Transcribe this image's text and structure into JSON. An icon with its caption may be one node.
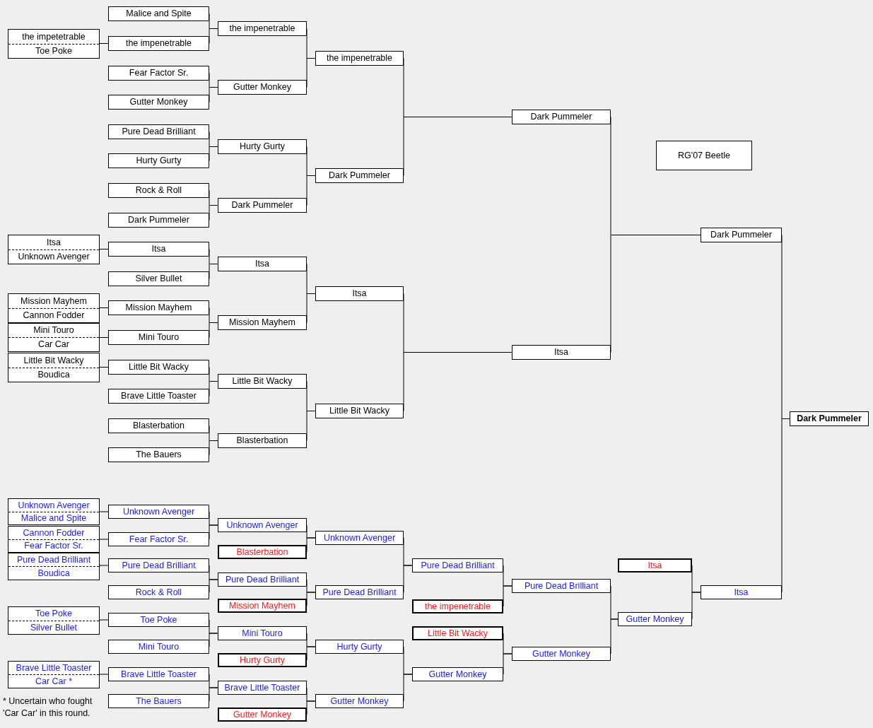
{
  "diagram": {
    "nodes": [
      {
        "text": [
          "the impetetrable",
          "Toe Poke"
        ]
      },
      {
        "text": [
          "Itsa",
          "Unknown Avenger"
        ]
      },
      {
        "text": [
          "Mission Mayhem",
          "Cannon Fodder"
        ]
      },
      {
        "text": [
          "Mini Touro",
          "Car Car"
        ]
      },
      {
        "text": [
          "Little Bit Wacky",
          "Boudica"
        ]
      },
      {
        "text": [
          "Malice and Spite"
        ]
      },
      {
        "text": [
          "the impenetrable"
        ]
      },
      {
        "text": [
          "Fear Factor Sr."
        ]
      },
      {
        "text": [
          "Gutter Monkey"
        ]
      },
      {
        "text": [
          "Pure Dead Brilliant"
        ]
      },
      {
        "text": [
          "Hurty Gurty"
        ]
      },
      {
        "text": [
          "Rock & Roll"
        ]
      },
      {
        "text": [
          "Dark Pummeler"
        ]
      },
      {
        "text": [
          "Itsa"
        ]
      },
      {
        "text": [
          "Silver Bullet"
        ]
      },
      {
        "text": [
          "Mission Mayhem"
        ]
      },
      {
        "text": [
          "Mini Touro"
        ]
      },
      {
        "text": [
          "Little Bit Wacky"
        ]
      },
      {
        "text": [
          "Brave Little Toaster"
        ]
      },
      {
        "text": [
          "Blasterbation"
        ]
      },
      {
        "text": [
          "The Bauers"
        ]
      },
      {
        "text": [
          "the impenetrable"
        ]
      },
      {
        "text": [
          "Gutter Monkey"
        ]
      },
      {
        "text": [
          "Hurty Gurty"
        ]
      },
      {
        "text": [
          "Dark Pummeler"
        ]
      },
      {
        "text": [
          "Itsa"
        ]
      },
      {
        "text": [
          "Mission Mayhem"
        ]
      },
      {
        "text": [
          "Little Bit Wacky"
        ]
      },
      {
        "text": [
          "Blasterbation"
        ]
      },
      {
        "text": [
          "the impenetrable"
        ]
      },
      {
        "text": [
          "Dark Pummeler"
        ]
      },
      {
        "text": [
          "Itsa"
        ]
      },
      {
        "text": [
          "Little Bit Wacky"
        ]
      },
      {
        "text": [
          "Dark Pummeler"
        ]
      },
      {
        "text": [
          "Itsa"
        ]
      },
      {
        "text": [
          "Dark Pummeler"
        ]
      },
      {
        "text": [
          "RG'07 Beetle"
        ]
      },
      {
        "text": [
          "Dark Pummeler"
        ]
      },
      {
        "text": [
          "Unknown Avenger",
          "Malice and Spite"
        ]
      },
      {
        "text": [
          "Cannon Fodder",
          "Fear Factor Sr."
        ]
      },
      {
        "text": [
          "Pure Dead Brilliant",
          "Boudica"
        ]
      },
      {
        "text": [
          "Toe Poke",
          "Silver Bullet"
        ]
      },
      {
        "text": [
          "Brave Little Toaster",
          "Car Car *"
        ]
      },
      {
        "text": [
          "Unknown Avenger"
        ]
      },
      {
        "text": [
          "Fear Factor Sr."
        ]
      },
      {
        "text": [
          "Pure Dead Brilliant"
        ]
      },
      {
        "text": [
          "Rock & Roll"
        ]
      },
      {
        "text": [
          "Toe Poke"
        ]
      },
      {
        "text": [
          "Mini Touro"
        ]
      },
      {
        "text": [
          "Brave Little Toaster"
        ]
      },
      {
        "text": [
          "The Bauers"
        ]
      },
      {
        "text": [
          "Unknown Avenger"
        ]
      },
      {
        "text": [
          "Blasterbation"
        ]
      },
      {
        "text": [
          "Pure Dead Brilliant"
        ]
      },
      {
        "text": [
          "Mission Mayhem"
        ]
      },
      {
        "text": [
          "Mini Touro"
        ]
      },
      {
        "text": [
          "Hurty Gurty"
        ]
      },
      {
        "text": [
          "Brave Little Toaster"
        ]
      },
      {
        "text": [
          "Gutter Monkey"
        ]
      },
      {
        "text": [
          "Unknown Avenger"
        ]
      },
      {
        "text": [
          "Pure Dead Brilliant"
        ]
      },
      {
        "text": [
          "Hurty Gurty"
        ]
      },
      {
        "text": [
          "Gutter Monkey"
        ]
      },
      {
        "text": [
          "Pure Dead Brilliant"
        ]
      },
      {
        "text": [
          "the impenetrable"
        ]
      },
      {
        "text": [
          "Little Bit Wacky"
        ]
      },
      {
        "text": [
          "Gutter Monkey"
        ]
      },
      {
        "text": [
          "Pure Dead Brilliant"
        ]
      },
      {
        "text": [
          "Gutter Monkey"
        ]
      },
      {
        "text": [
          "Itsa"
        ]
      },
      {
        "text": [
          "Gutter Monkey"
        ]
      },
      {
        "text": [
          "Itsa"
        ]
      }
    ],
    "edges": [
      {
        "from": 0,
        "to": 6,
        "arrow": "none"
      },
      {
        "from": 1,
        "to": 13,
        "arrow": "none"
      },
      {
        "from": 2,
        "to": 15,
        "arrow": "none"
      },
      {
        "from": 3,
        "to": 16,
        "arrow": "none"
      },
      {
        "from": 4,
        "to": 17,
        "arrow": "none"
      },
      {
        "from": 5,
        "to": 21,
        "arrow": "none"
      },
      {
        "from": 6,
        "to": 21,
        "arrow": "none"
      },
      {
        "from": 7,
        "to": 22,
        "arrow": "none"
      },
      {
        "from": 8,
        "to": 22,
        "arrow": "none"
      },
      {
        "from": 9,
        "to": 23,
        "arrow": "none"
      },
      {
        "from": 10,
        "to": 23,
        "arrow": "none"
      },
      {
        "from": 11,
        "to": 24,
        "arrow": "none"
      },
      {
        "from": 12,
        "to": 24,
        "arrow": "none"
      },
      {
        "from": 13,
        "to": 25,
        "arrow": "none"
      },
      {
        "from": 14,
        "to": 25,
        "arrow": "none"
      },
      {
        "from": 15,
        "to": 26,
        "arrow": "none"
      },
      {
        "from": 16,
        "to": 26,
        "arrow": "none"
      },
      {
        "from": 17,
        "to": 27,
        "arrow": "none"
      },
      {
        "from": 18,
        "to": 27,
        "arrow": "none"
      },
      {
        "from": 19,
        "to": 28,
        "arrow": "none"
      },
      {
        "from": 20,
        "to": 28,
        "arrow": "none"
      },
      {
        "from": 21,
        "to": 29,
        "arrow": "none"
      },
      {
        "from": 22,
        "to": 29,
        "arrow": "none"
      },
      {
        "from": 23,
        "to": 30,
        "arrow": "none"
      },
      {
        "from": 24,
        "to": 30,
        "arrow": "none"
      },
      {
        "from": 25,
        "to": 31,
        "arrow": "none"
      },
      {
        "from": 26,
        "to": 31,
        "arrow": "none"
      },
      {
        "from": 27,
        "to": 32,
        "arrow": "none"
      },
      {
        "from": 28,
        "to": 32,
        "arrow": "none"
      },
      {
        "from": 29,
        "to": 33,
        "arrow": "none"
      },
      {
        "from": 30,
        "to": 33,
        "arrow": "none"
      },
      {
        "from": 31,
        "to": 34,
        "arrow": "none"
      },
      {
        "from": 32,
        "to": 34,
        "arrow": "none"
      },
      {
        "from": 33,
        "to": 35,
        "arrow": "none"
      },
      {
        "from": 34,
        "to": 35,
        "arrow": "none"
      },
      {
        "from": 35,
        "to": 37,
        "arrow": "none"
      },
      {
        "from": 38,
        "to": 43,
        "arrow": "none"
      },
      {
        "from": 39,
        "to": 44,
        "arrow": "none"
      },
      {
        "from": 40,
        "to": 45,
        "arrow": "none"
      },
      {
        "from": 41,
        "to": 47,
        "arrow": "none"
      },
      {
        "from": 42,
        "to": 49,
        "arrow": "none"
      },
      {
        "from": 43,
        "to": 51,
        "arrow": "none"
      },
      {
        "from": 44,
        "to": 51,
        "arrow": "none"
      },
      {
        "from": 45,
        "to": 53,
        "arrow": "none"
      },
      {
        "from": 46,
        "to": 53,
        "arrow": "none"
      },
      {
        "from": 47,
        "to": 55,
        "arrow": "none"
      },
      {
        "from": 48,
        "to": 55,
        "arrow": "none"
      },
      {
        "from": 49,
        "to": 57,
        "arrow": "none"
      },
      {
        "from": 50,
        "to": 57,
        "arrow": "none"
      },
      {
        "from": 51,
        "to": 59,
        "arrow": "none"
      },
      {
        "from": 52,
        "to": 59,
        "arrow": "none"
      },
      {
        "from": 53,
        "to": 60,
        "arrow": "none"
      },
      {
        "from": 54,
        "to": 60,
        "arrow": "none"
      },
      {
        "from": 55,
        "to": 61,
        "arrow": "none"
      },
      {
        "from": 56,
        "to": 61,
        "arrow": "none"
      },
      {
        "from": 57,
        "to": 62,
        "arrow": "none"
      },
      {
        "from": 58,
        "to": 62,
        "arrow": "none"
      },
      {
        "from": 59,
        "to": 63,
        "arrow": "none"
      },
      {
        "from": 60,
        "to": 63,
        "arrow": "none"
      },
      {
        "from": 61,
        "to": 66,
        "arrow": "none"
      },
      {
        "from": 62,
        "to": 66,
        "arrow": "none"
      },
      {
        "from": 63,
        "to": 67,
        "arrow": "none"
      },
      {
        "from": 64,
        "to": 67,
        "arrow": "none"
      },
      {
        "from": 65,
        "to": 68,
        "arrow": "none"
      },
      {
        "from": 66,
        "to": 68,
        "arrow": "none"
      },
      {
        "from": 67,
        "to": 70,
        "arrow": "none"
      },
      {
        "from": 68,
        "to": 70,
        "arrow": "none"
      },
      {
        "from": 69,
        "to": 71,
        "arrow": "none"
      },
      {
        "from": 70,
        "to": 71,
        "arrow": "none"
      },
      {
        "from": 71,
        "to": 37,
        "arrow": "none"
      }
    ],
    "labels": [
      "* Uncertain who fought 'Car Car' in this round."
    ]
  }
}
